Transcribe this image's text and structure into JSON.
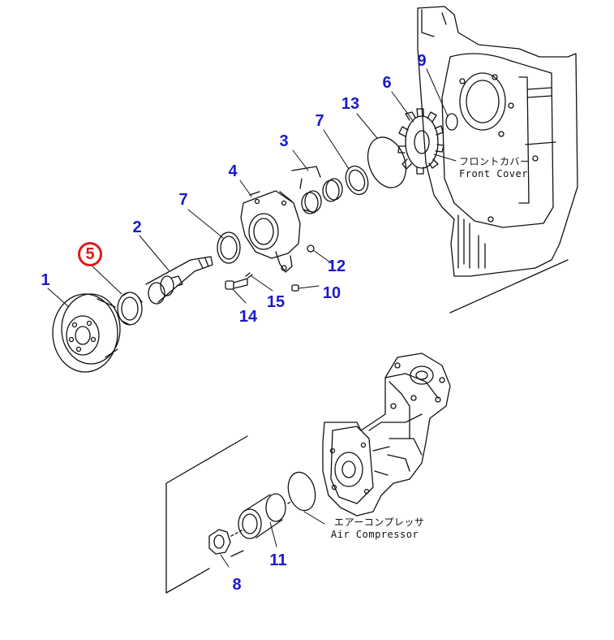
{
  "callouts": {
    "c1": "1",
    "c2": "2",
    "c3": "3",
    "c4": "4",
    "c5": "5",
    "c6": "6",
    "c7a": "7",
    "c7b": "7",
    "c8": "8",
    "c9": "9",
    "c10": "10",
    "c11": "11",
    "c12": "12",
    "c13": "13",
    "c14": "14",
    "c15": "15"
  },
  "highlighted_part": "5",
  "colors": {
    "callout": "#1a1acc",
    "highlight": "#e01a1a",
    "line": "#111111"
  },
  "labels": {
    "front_cover_jp": "フロントカバー",
    "front_cover_en": "Front Cover",
    "air_compressor_jp": "エアーコンプレッサ",
    "air_compressor_en": "Air Compressor"
  }
}
